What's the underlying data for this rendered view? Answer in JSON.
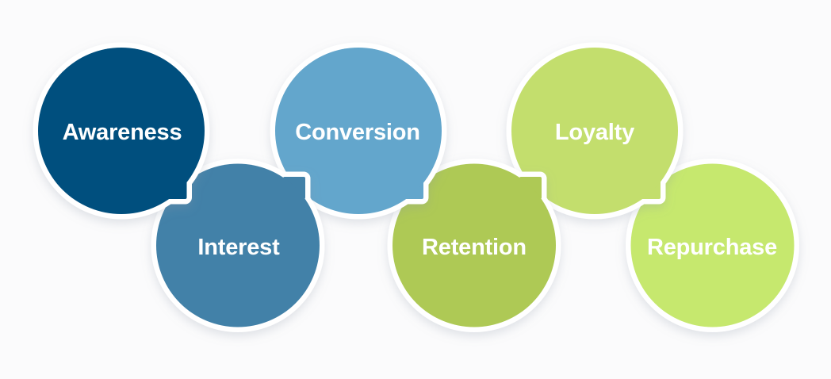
{
  "diagram": {
    "type": "journey-funnel-circles",
    "background_color": "#fbfbfc",
    "separator_color": "#ffffff",
    "label_color": "#ffffff",
    "stages": [
      {
        "label": "Awareness",
        "color": "#04507e",
        "row": "top"
      },
      {
        "label": "Interest",
        "color": "#4381a8",
        "row": "bottom"
      },
      {
        "label": "Conversion",
        "color": "#63a6cc",
        "row": "top"
      },
      {
        "label": "Retention",
        "color": "#aec954",
        "row": "bottom"
      },
      {
        "label": "Loyalty",
        "color": "#c3de6d",
        "row": "top"
      },
      {
        "label": "Repurchase",
        "color": "#c6e86e",
        "row": "bottom"
      }
    ]
  }
}
